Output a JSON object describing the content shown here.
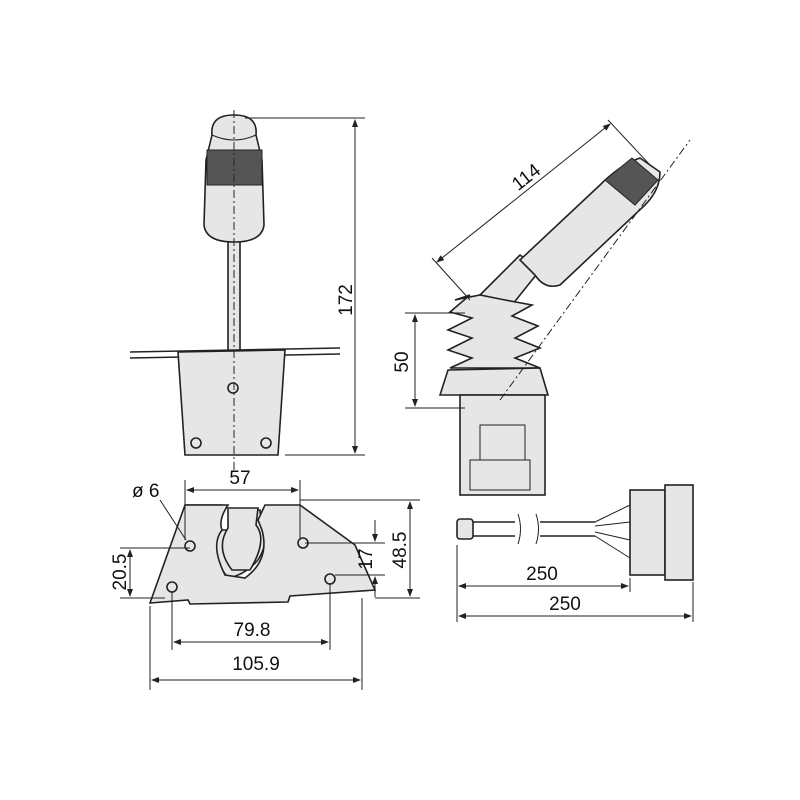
{
  "title": "Joystick dimension drawing",
  "front_view": {
    "height": "172"
  },
  "side_view": {
    "lever_length": "114",
    "boot_height": "50"
  },
  "mounting_plate": {
    "hole_diameter": "ø 6",
    "hole_spacing_top": "57",
    "hole_spacing_bottom": "79.8",
    "overall_width": "105.9",
    "hole_offset_left": "20.5",
    "hole_offset_right": "17",
    "overall_height": "48.5"
  },
  "cable": {
    "length_to_connector": "250",
    "total_length": "250"
  }
}
